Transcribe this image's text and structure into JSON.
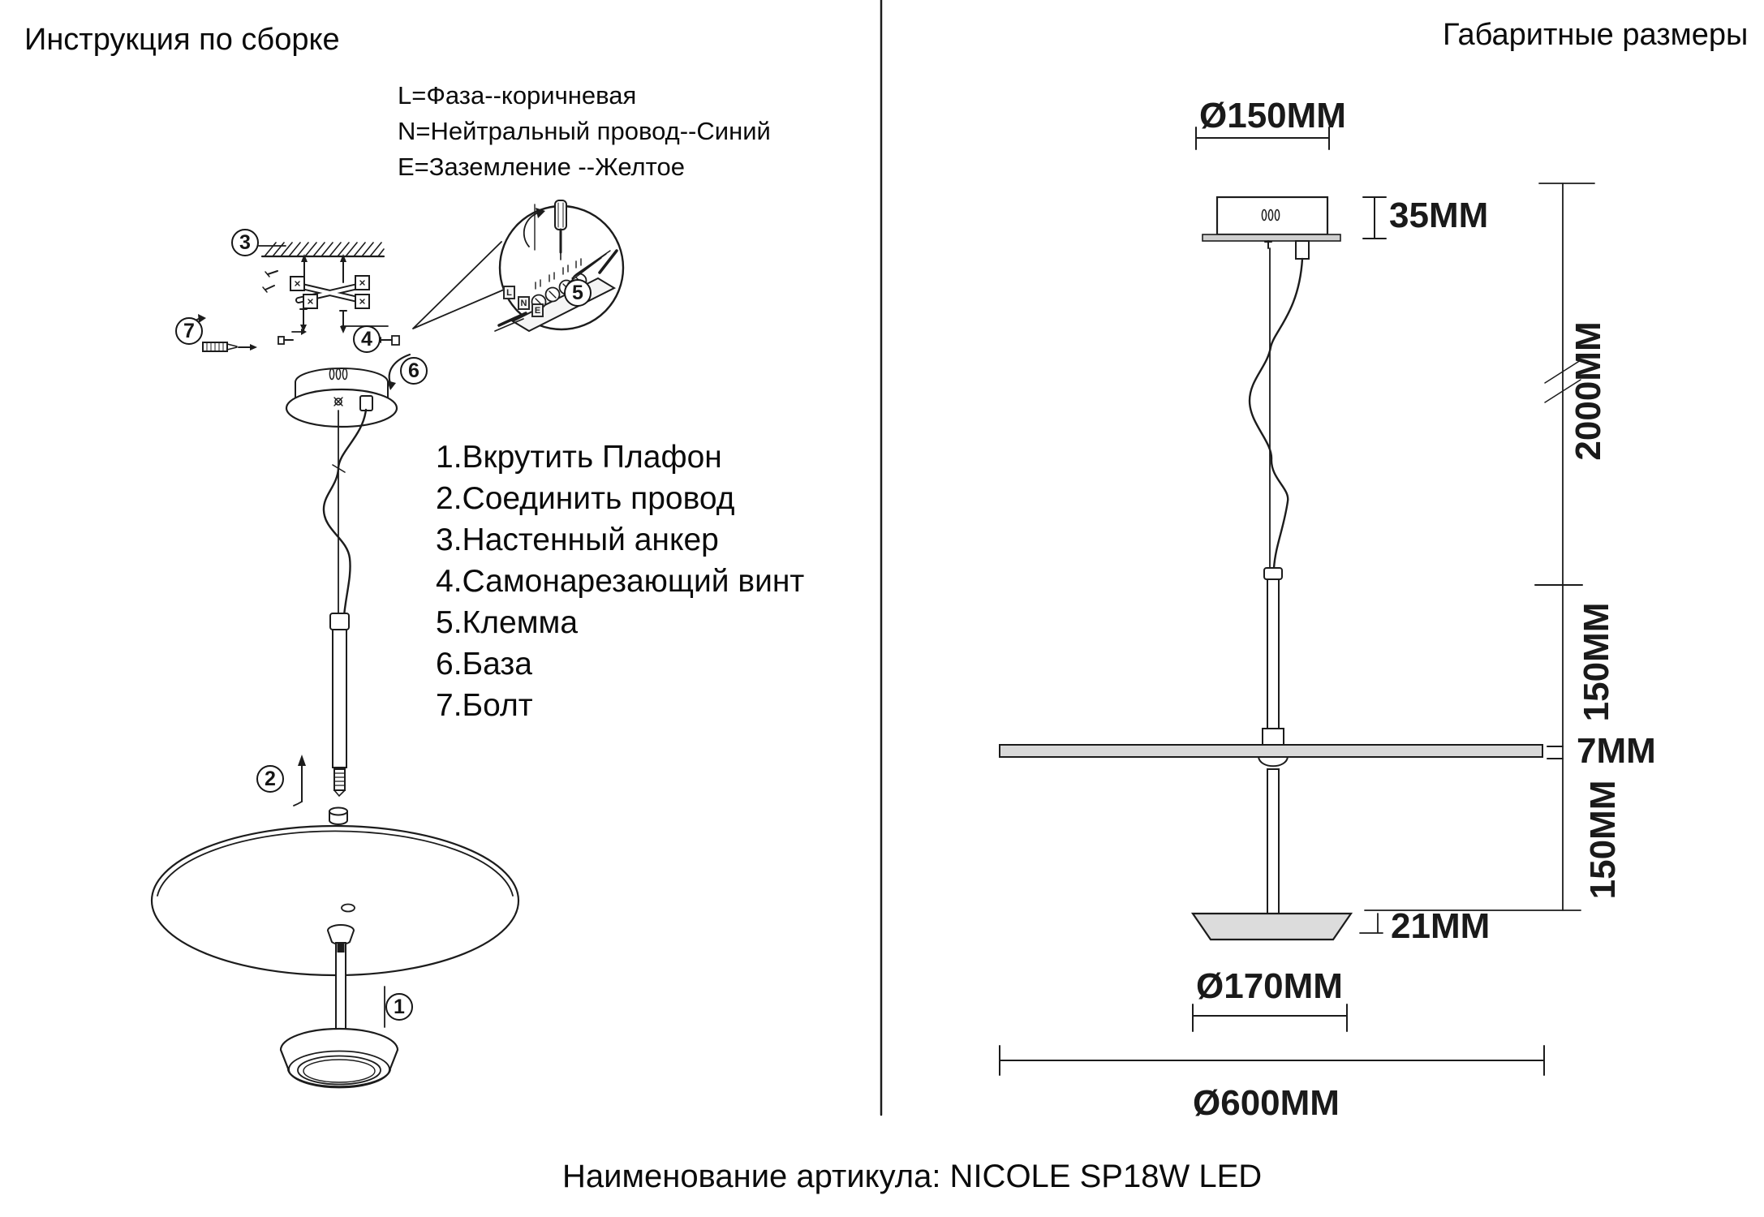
{
  "left_panel": {
    "title": "Инструкция по сборке",
    "wire_legend": [
      "L=Фаза--коричневая",
      "N=Нейтральный провод--Синий",
      "E=Заземление --Желтое"
    ],
    "steps": [
      "1.Вкрутить Плафон",
      "2.Соединить провод",
      "3.Настенный анкер",
      "4.Самонарезающий винт",
      "5.Клемма",
      "6.База",
      "7.Болт"
    ],
    "callouts": [
      "1",
      "2",
      "3",
      "4",
      "5",
      "6",
      "7"
    ],
    "terminal_labels": [
      "L",
      "N",
      "E"
    ]
  },
  "right_panel": {
    "title": "Габаритные размеры",
    "dims": {
      "canopy_diameter": "Ø150MM",
      "canopy_height": "35MM",
      "cable_length": "2000MM",
      "upper_rod": "150MM",
      "disk_thickness": "7MM",
      "lower_rod": "150MM",
      "head_height": "21MM",
      "head_diameter": "Ø170MM",
      "disk_diameter": "Ø600MM"
    }
  },
  "footer": {
    "caption": "Наименование артикула: NICOLE SP18W LED"
  },
  "colors": {
    "line": "#1c1c1c",
    "disk_fill": "#d9d9d9",
    "head_fill": "#dcdcdc",
    "plate_fill": "#cfcfcf"
  }
}
